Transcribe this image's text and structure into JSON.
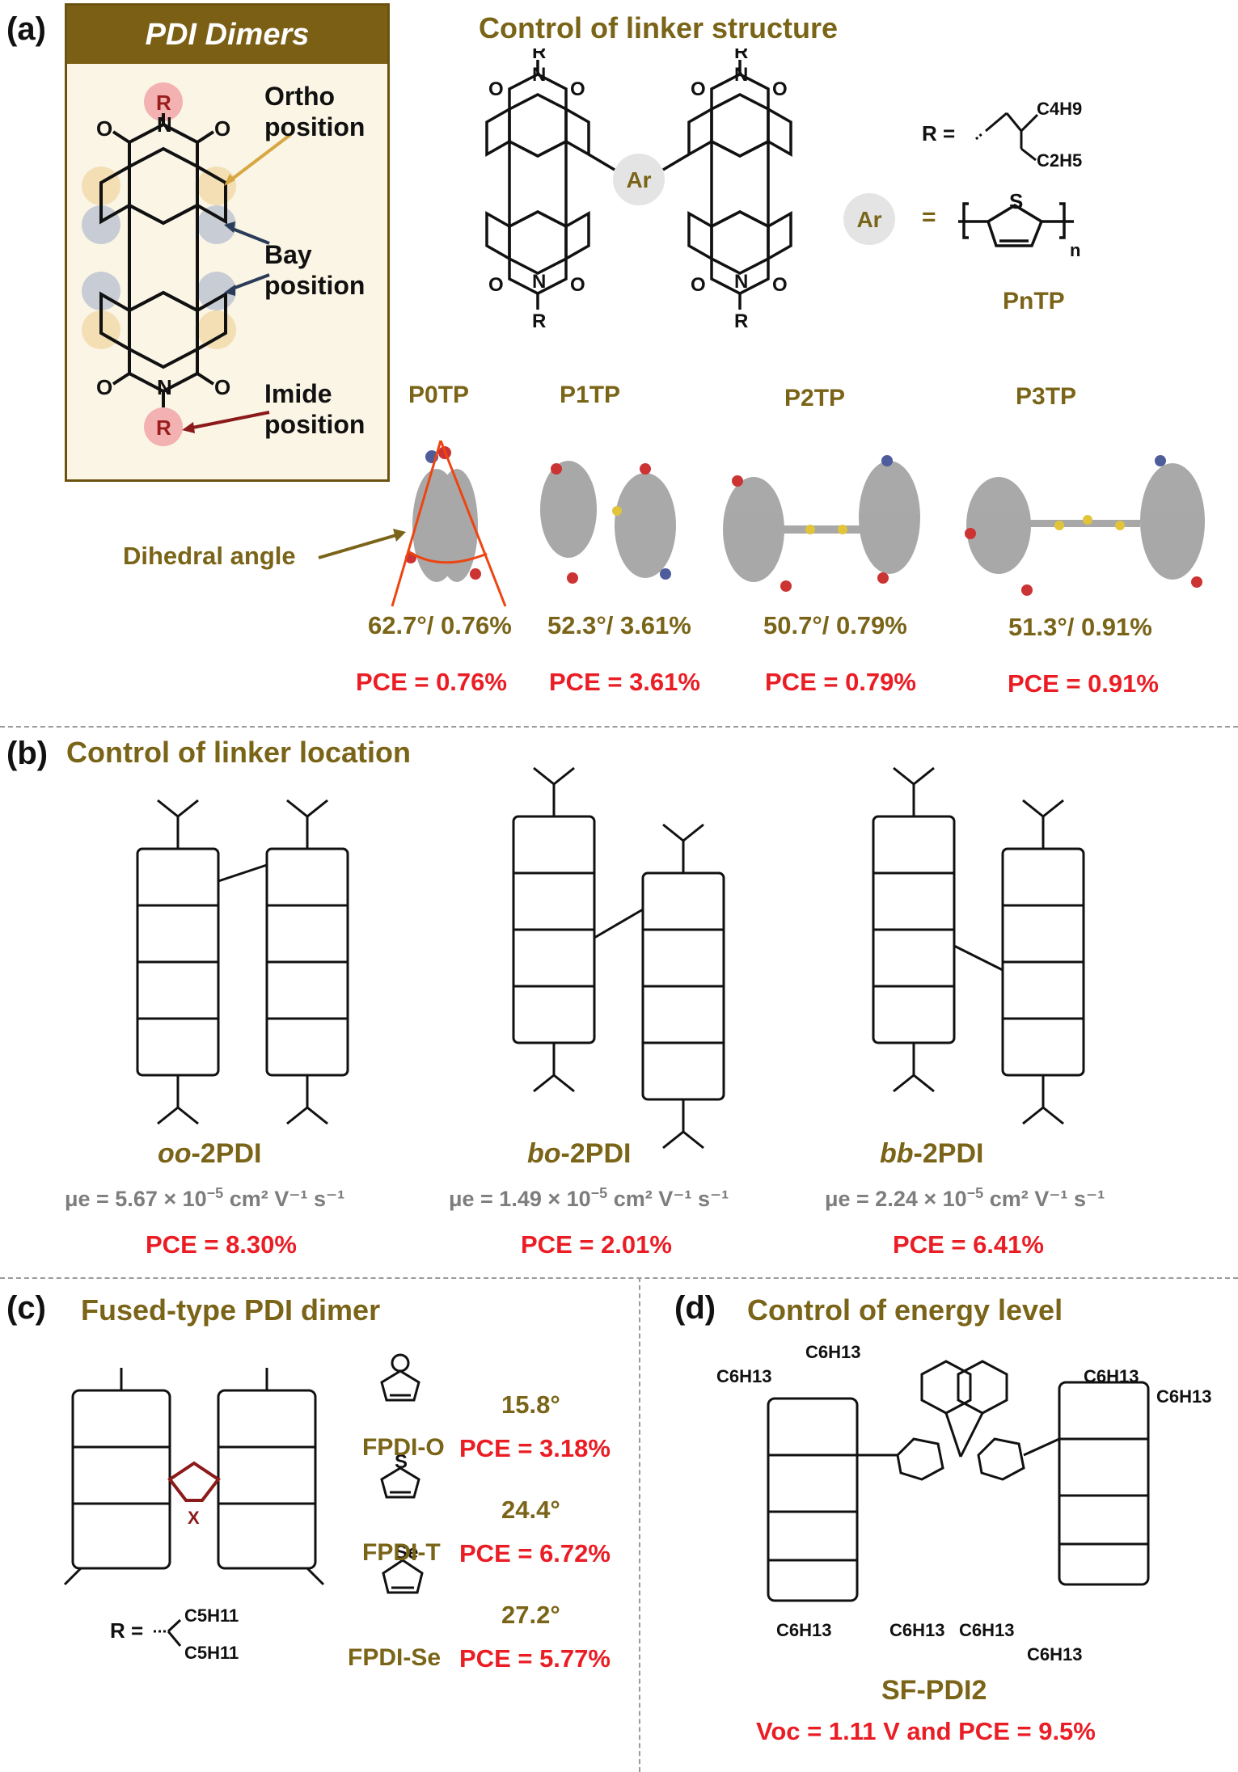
{
  "panel_a": {
    "letter": "(a)",
    "box_title": "PDI Dimers",
    "ortho": [
      "Ortho",
      "position"
    ],
    "bay": [
      "Bay",
      "position"
    ],
    "imide": [
      "Imide",
      "position"
    ],
    "r_atom": "R",
    "title": "Control of linker structure",
    "ar": "Ar",
    "equals": "=",
    "r_def": "R =",
    "c4h9": "C4H9",
    "c2h5": "C2H5",
    "n_sub": "n",
    "pntp": "PnTP",
    "dihedral_label": "Dihedral angle",
    "molecules": [
      {
        "name": "P0TP",
        "value": "62.7°/ 0.76%",
        "pce": "PCE = 0.76%"
      },
      {
        "name": "P1TP",
        "value": "52.3°/ 3.61%",
        "pce": "PCE = 3.61%"
      },
      {
        "name": "P2TP",
        "value": "50.7°/ 0.79%",
        "pce": "PCE = 0.79%"
      },
      {
        "name": "P3TP",
        "value": "51.3°/ 0.91%",
        "pce": "PCE = 0.91%"
      }
    ]
  },
  "panel_b": {
    "letter": "(b)",
    "title": "Control of linker location",
    "molecules": [
      {
        "name_italic": "oo",
        "name_rest": "-2PDI",
        "mobility_prefix": "μe = 5.67 × 10",
        "mobility_exp": "−5",
        "mobility_units": " cm² V⁻¹ s⁻¹",
        "pce": "PCE = 8.30%"
      },
      {
        "name_italic": "bo",
        "name_rest": "-2PDI",
        "mobility_prefix": "μe = 1.49 × 10",
        "mobility_exp": "−5",
        "mobility_units": " cm² V⁻¹ s⁻¹",
        "pce": "PCE = 2.01%"
      },
      {
        "name_italic": "bb",
        "name_rest": "-2PDI",
        "mobility_prefix": "μe = 2.24 × 10",
        "mobility_exp": "−5",
        "mobility_units": " cm² V⁻¹ s⁻¹",
        "pce": "PCE = 6.41%"
      }
    ]
  },
  "panel_c": {
    "letter": "(c)",
    "title": "Fused-type PDI dimer",
    "x_atom": "X",
    "r_def": "R =",
    "c5h11": "C5H11",
    "variants": [
      {
        "heteroatom": "",
        "name": "FPDI-O",
        "angle": "15.8°",
        "pce": "PCE = 3.18%"
      },
      {
        "heteroatom": "S",
        "name": "FPDI-T",
        "angle": "24.4°",
        "pce": "PCE = 6.72%"
      },
      {
        "heteroatom": "Se",
        "name": "FPDI-Se",
        "angle": "27.2°",
        "pce": "PCE = 5.77%"
      }
    ]
  },
  "panel_d": {
    "letter": "(d)",
    "title": "Control of energy level",
    "c6h13": "C6H13",
    "name": "SF-PDI2",
    "voc_text": "Voc = 1.11 V and PCE = 9.5%"
  }
}
